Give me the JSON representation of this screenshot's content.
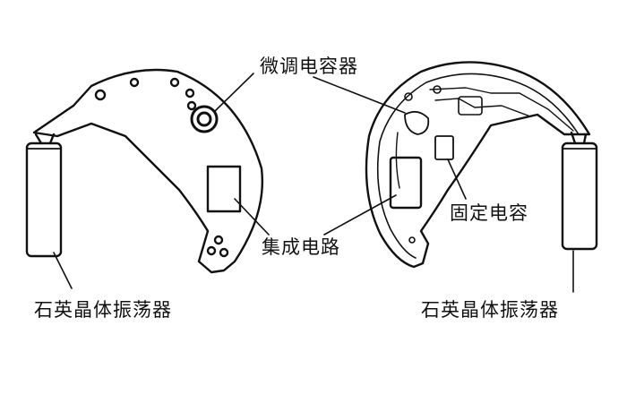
{
  "labels": {
    "trimmer_capacitor": "微调电容器",
    "integrated_circuit": "集成电路",
    "fixed_capacitor": "固定电容",
    "quartz_oscillator_left": "石英晶体振荡器",
    "quartz_oscillator_right": "石英晶体振荡器"
  }
}
